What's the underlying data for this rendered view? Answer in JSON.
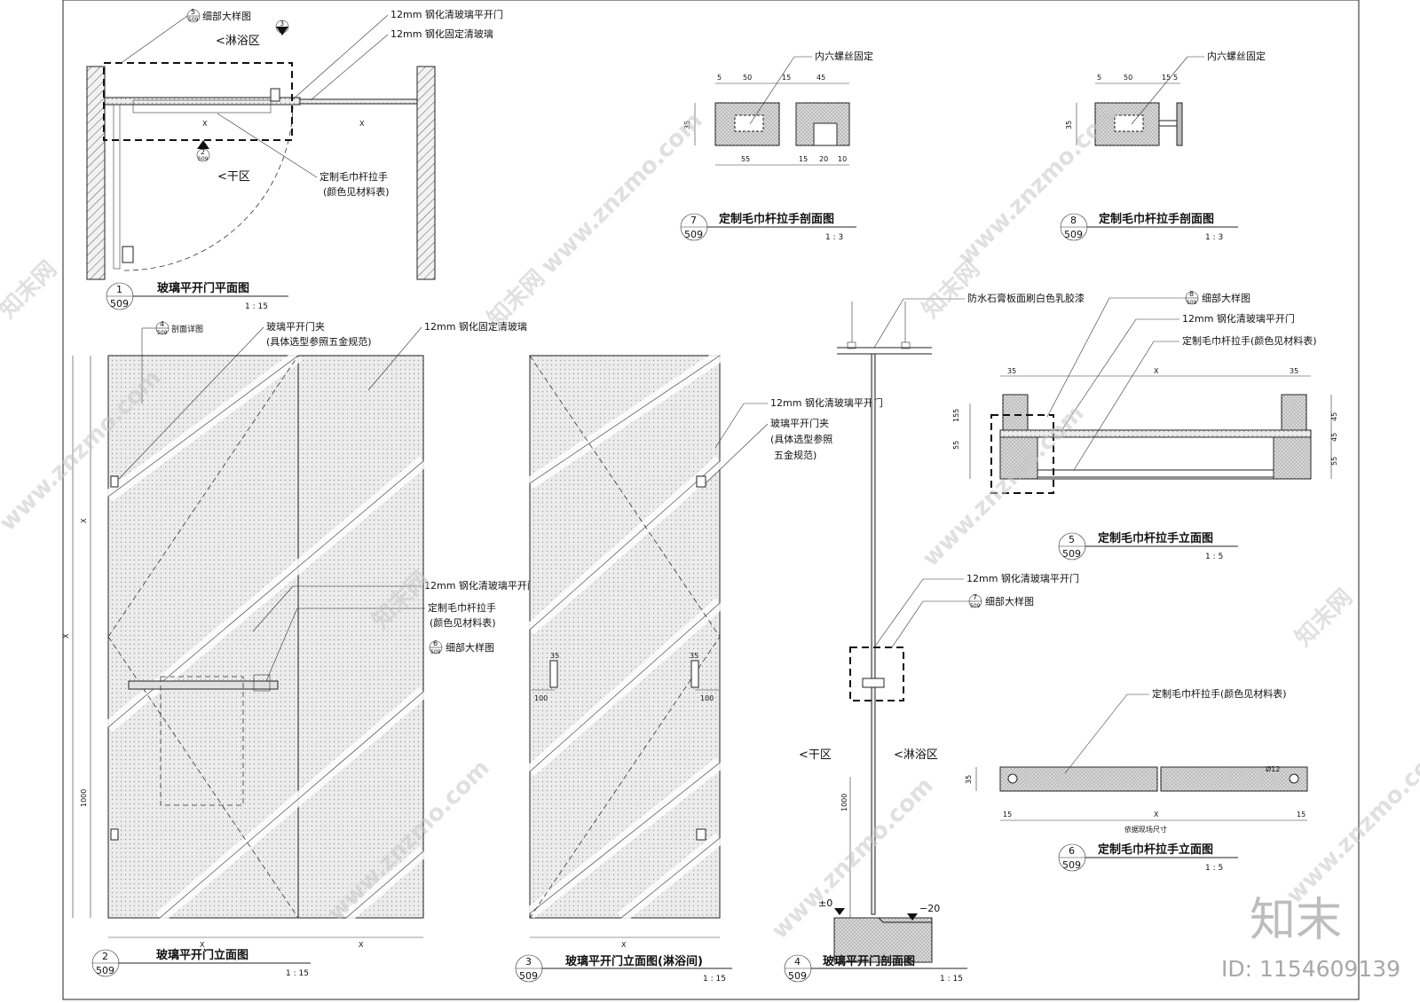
{
  "drawing": {
    "d1": {
      "title": "玻璃平开门平面图",
      "no": "1",
      "sheet": "509",
      "scale": "1 : 15",
      "labels": {
        "detail_ref": "细部大样图",
        "detail_no": "5",
        "detail_sheet": "509",
        "shower": "<淋浴区",
        "dry": "<干区",
        "door": "12mm 钢化清玻璃平开门",
        "fixed": "12mm 钢化固定清玻璃",
        "handle": "定制毛巾杆拉手",
        "handle_note": "(颜色见材料表)",
        "x1": "X",
        "x2": "X",
        "sec_no": "3",
        "sec_sheet": "509",
        "elev_no": "2",
        "elev_sheet": "509"
      }
    },
    "d2": {
      "title": "玻璃平开门立面图",
      "no": "2",
      "sheet": "509",
      "scale": "1 : 15",
      "labels": {
        "section_ref": "剖面详图",
        "section_no": "4",
        "section_sheet": "509",
        "clip": "玻璃平开门夹",
        "clip_note": "(具体选型参照五金规范)",
        "fixed": "12mm 钢化固定清玻璃",
        "door": "12mm 钢化清玻璃平开门",
        "handle": "定制毛巾杆拉手",
        "handle_note": "(颜色见材料表)",
        "detail_ref": "细部大样图",
        "detail_no": "6",
        "detail_sheet": "509",
        "dim_x_top": "X",
        "dim_x_total": "X",
        "dim_1000": "1000",
        "dim_x_bot1": "X",
        "dim_x_bot2": "X"
      }
    },
    "d3": {
      "title": "玻璃平开门立面图(淋浴间)",
      "no": "3",
      "sheet": "509",
      "scale": "1 : 15",
      "labels": {
        "door": "12mm 钢化清玻璃平开门",
        "clip": "玻璃平开门夹",
        "clip_note1": "(具体选型参照",
        "clip_note2": "五金规范)",
        "d35a": "35",
        "d35b": "35",
        "d100a": "100",
        "d100b": "100",
        "dim_x": "X"
      }
    },
    "d4": {
      "title": "玻璃平开门剖面图",
      "no": "4",
      "sheet": "509",
      "scale": "1 : 15",
      "labels": {
        "ceiling": "防水石膏板面刷白色乳胶漆",
        "door": "12mm 钢化清玻璃平开门",
        "detail_ref": "细部大样图",
        "detail_no": "7",
        "detail_sheet": "509",
        "dry": "<干区",
        "shower": "<淋浴区",
        "dim_1000": "1000",
        "lvl0": "±0",
        "lvl20": "−20"
      }
    },
    "d5": {
      "title": "定制毛巾杆拉手立面图",
      "no": "5",
      "sheet": "509",
      "scale": "1 : 5",
      "labels": {
        "detail_ref": "细部大样图",
        "detail_no": "8",
        "detail_sheet": "509",
        "door": "12mm 钢化清玻璃平开门",
        "handle": "定制毛巾杆拉手(颜色见材料表)",
        "d35a": "35",
        "dx": "X",
        "d35b": "35",
        "d155": "155",
        "d55a": "55",
        "d45a": "45",
        "d45b": "45",
        "d55b": "55"
      }
    },
    "d6": {
      "title": "定制毛巾杆拉手立面图",
      "no": "6",
      "sheet": "509",
      "scale": "1 : 5",
      "labels": {
        "handle": "定制毛巾杆拉手(颜色见材料表)",
        "d35": "35",
        "d15a": "15",
        "dx": "X",
        "d15b": "15",
        "site": "依据现场尺寸",
        "phi": "Ø12"
      }
    },
    "d7": {
      "title": "定制毛巾杆拉手剖面图",
      "no": "7",
      "sheet": "509",
      "scale": "1 : 3",
      "labels": {
        "screw": "内六螺丝固定",
        "d5": "5",
        "d50": "50",
        "d15": "15",
        "d45": "45",
        "d35": "35",
        "d55": "55",
        "d15b": "15",
        "d20": "20",
        "d10": "10"
      }
    },
    "d8": {
      "title": "定制毛巾杆拉手剖面图",
      "no": "8",
      "sheet": "509",
      "scale": "1 : 3",
      "labels": {
        "screw": "内六螺丝固定",
        "d5": "5",
        "d50": "50",
        "d15": "15",
        "d5b": "5",
        "d35": "35"
      }
    }
  },
  "watermark": {
    "site": "www.znzmo.com",
    "brand": "知末网",
    "logo": "知末",
    "id": "ID: 1154609139"
  }
}
